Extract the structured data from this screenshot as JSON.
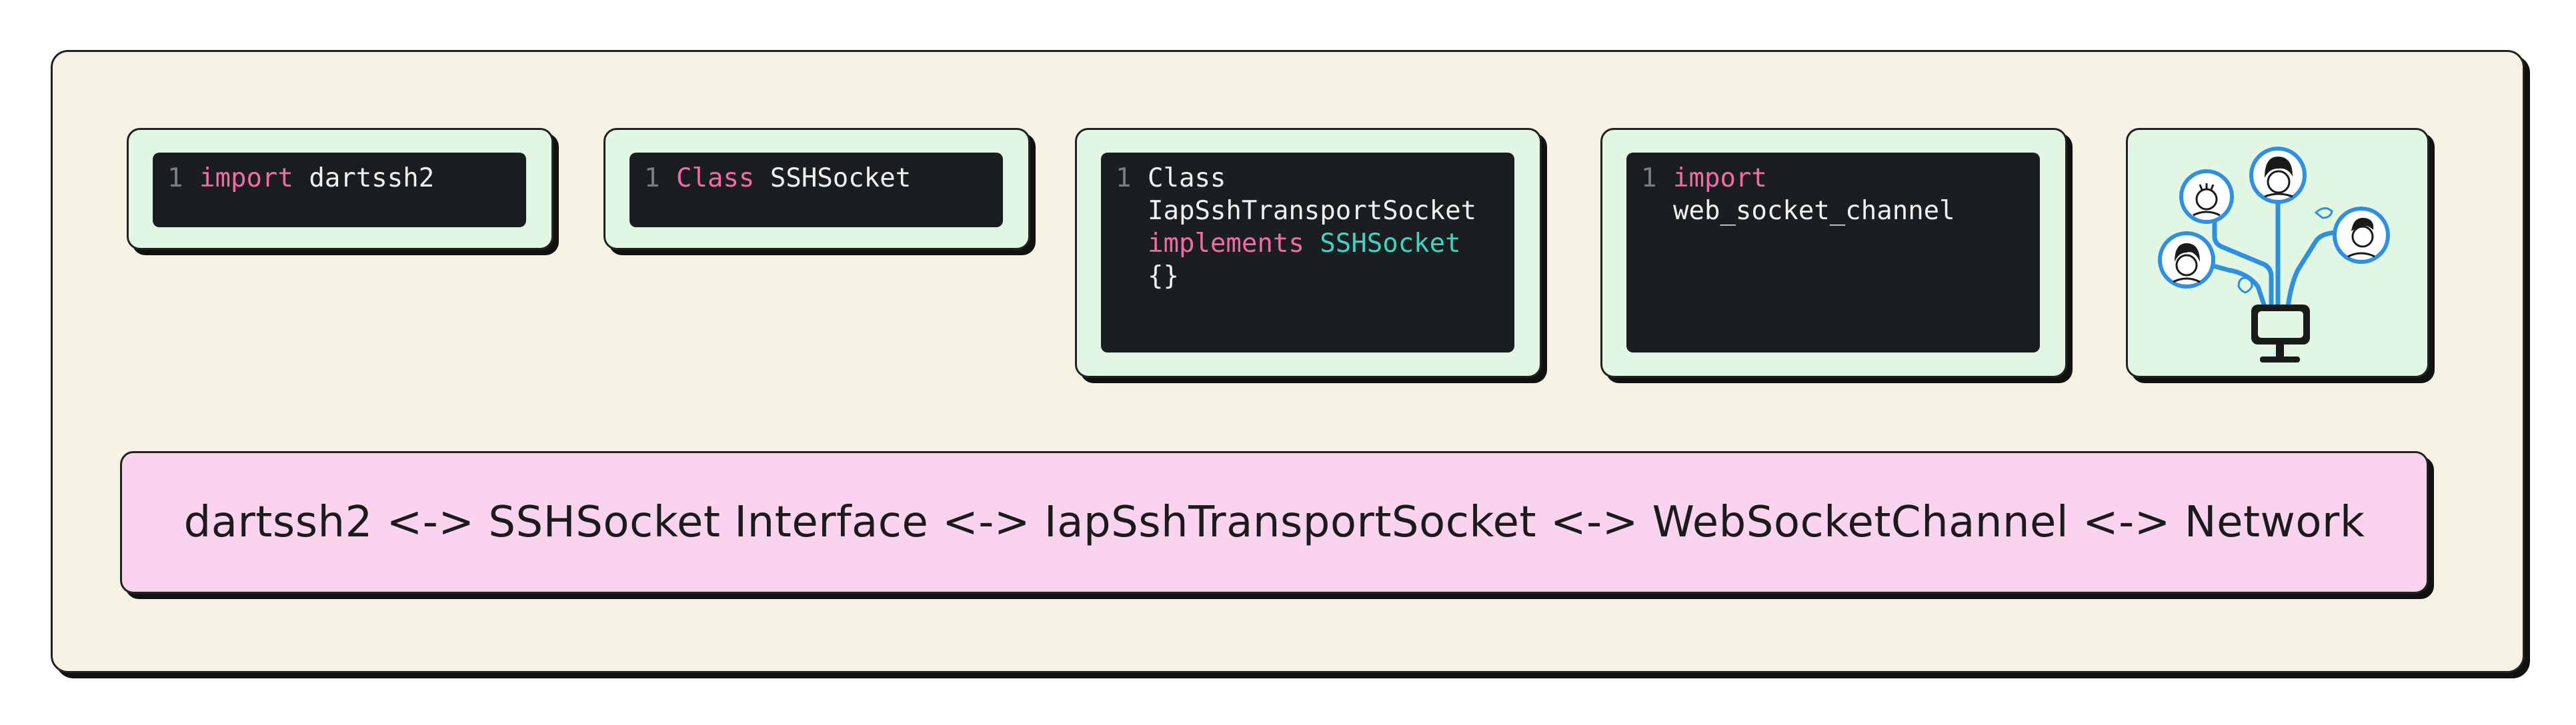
{
  "cards": [
    {
      "lines": [
        [
          {
            "t": "1 ",
            "c": "ln"
          },
          {
            "t": "import",
            "c": "kw"
          },
          {
            "t": " dartssh2",
            "c": "txt"
          }
        ]
      ]
    },
    {
      "lines": [
        [
          {
            "t": "1 ",
            "c": "ln"
          },
          {
            "t": "Class",
            "c": "kw"
          },
          {
            "t": " SSHSocket",
            "c": "txt"
          }
        ]
      ]
    },
    {
      "lines": [
        [
          {
            "t": "1 ",
            "c": "ln"
          },
          {
            "t": "Class",
            "c": "txt"
          }
        ],
        [
          {
            "t": "  ",
            "c": "ln"
          },
          {
            "t": "IapSshTransportSocket",
            "c": "txt"
          }
        ],
        [
          {
            "t": "  ",
            "c": "ln"
          },
          {
            "t": "implements",
            "c": "kw"
          },
          {
            "t": " ",
            "c": "txt"
          },
          {
            "t": "SSHSocket",
            "c": "ty"
          }
        ],
        [
          {
            "t": "  ",
            "c": "ln"
          },
          {
            "t": "{}",
            "c": "txt"
          }
        ]
      ]
    },
    {
      "lines": [
        [
          {
            "t": "1 ",
            "c": "ln"
          },
          {
            "t": "import",
            "c": "kw"
          }
        ],
        [
          {
            "t": "  ",
            "c": "ln"
          },
          {
            "t": "web_socket_channel",
            "c": "txt"
          }
        ]
      ]
    }
  ],
  "banner": {
    "text": "dartssh2 <-> SSHSocket Interface <-> IapSshTransportSocket <-> WebSocketChannel <-> Network"
  },
  "illustration": {
    "icon": "people-network-computer-icon"
  },
  "colors": {
    "frame_bg": "#f5f1e3",
    "card_bg": "#e2f6e4",
    "code_bg": "#1b1e20",
    "keyword": "#f26aa8",
    "type": "#39d6c6",
    "banner_bg": "#fad4ef",
    "accent_blue": "#2f8fe0"
  }
}
